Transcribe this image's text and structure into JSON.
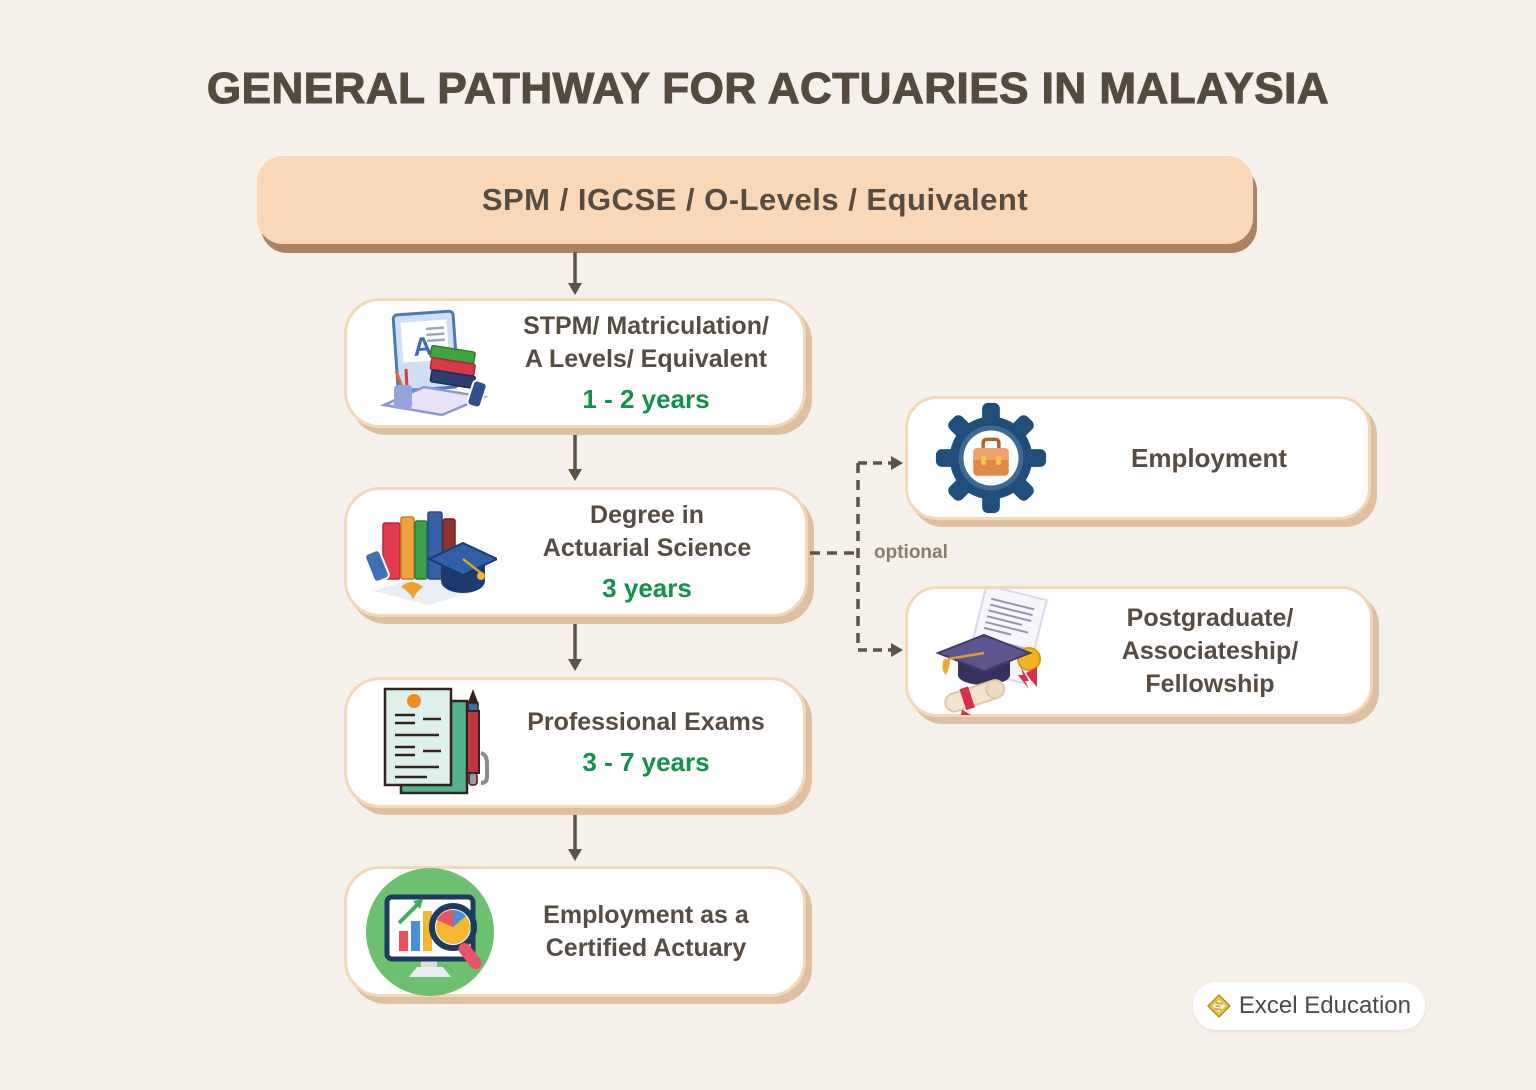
{
  "title": "GENERAL PATHWAY FOR ACTUARIES IN MALAYSIA",
  "colors": {
    "background": "#f5f0e9",
    "start_box_fill": "#fad7b7",
    "start_box_shadow": "#aa8365",
    "box_border": "#f3d7b9",
    "box_shadow": "#debf9f",
    "text_dark": "#564c41",
    "duration_green": "#12914d",
    "connector_brown": "#5d5245",
    "optional_text": "#8c7c6c",
    "gear_blue": "#1f4e7a",
    "logo_gold": "#e9c43c"
  },
  "start_box": {
    "label": "SPM / IGCSE / O-Levels / Equivalent"
  },
  "steps": [
    {
      "line1": "STPM/ Matriculation/",
      "line2": "A Levels/ Equivalent",
      "duration": "1 - 2 years",
      "icon": "laptop-books-icon"
    },
    {
      "line1": "Degree in",
      "line2": "Actuarial Science",
      "duration": "3 years",
      "icon": "books-gradcap-icon"
    },
    {
      "line1": "Professional Exams",
      "line2": "",
      "duration": "3 - 7 years",
      "icon": "exam-papers-pen-icon"
    },
    {
      "line1": "Employment as a",
      "line2": "Certified Actuary",
      "duration": "",
      "icon": "monitor-analytics-icon"
    }
  ],
  "branches": {
    "optional_label": "optional",
    "employment": {
      "label": "Employment",
      "icon": "gear-briefcase-icon"
    },
    "postgraduate": {
      "line1": "Postgraduate/",
      "line2": "Associateship/",
      "line3": "Fellowship",
      "icon": "gradcap-certificate-scroll-icon"
    }
  },
  "logo": {
    "text": "Excel Education",
    "icon": "excel-education-diamond-icon"
  }
}
